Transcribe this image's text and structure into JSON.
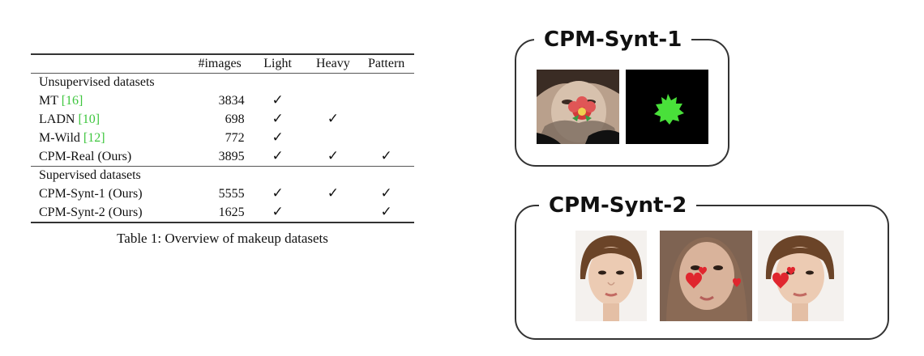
{
  "table": {
    "headers": [
      "",
      "#images",
      "Light",
      "Heavy",
      "Pattern"
    ],
    "group_unsupervised": "Unsupervised datasets",
    "group_supervised": "Supervised datasets",
    "check_symbol": "✓",
    "rows": [
      {
        "name": "MT ",
        "cite": "[16]",
        "suffix": "",
        "images": "3834",
        "light": true,
        "heavy": false,
        "pattern": false
      },
      {
        "name": "LADN ",
        "cite": "[10]",
        "suffix": "",
        "images": "698",
        "light": true,
        "heavy": true,
        "pattern": false
      },
      {
        "name": "M-Wild ",
        "cite": "[12]",
        "suffix": "",
        "images": "772",
        "light": true,
        "heavy": false,
        "pattern": false
      },
      {
        "name": "CPM-Real (Ours)",
        "cite": "",
        "suffix": "",
        "images": "3895",
        "light": true,
        "heavy": true,
        "pattern": true
      },
      {
        "name": "CPM-Synt-1 (Ours)",
        "cite": "",
        "suffix": "",
        "images": "5555",
        "light": true,
        "heavy": true,
        "pattern": true
      },
      {
        "name": "CPM-Synt-2 (Ours)",
        "cite": "",
        "suffix": "",
        "images": "1625",
        "light": true,
        "heavy": false,
        "pattern": true
      }
    ],
    "caption": "Table 1: Overview of makeup datasets",
    "cite_color": "#3ec63e"
  },
  "panels": {
    "synt1_title": "CPM-Synt-1",
    "synt2_title": "CPM-Synt-2"
  },
  "colors": {
    "mask_green": "#49e03a",
    "heart_red": "#e0262e",
    "flower_red": "#d43a3a"
  }
}
